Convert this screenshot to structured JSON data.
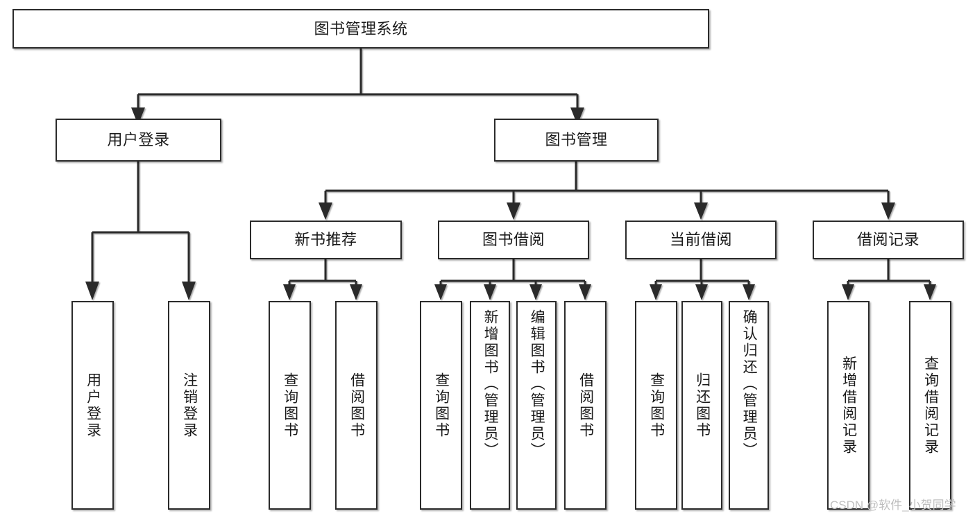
{
  "diagram": {
    "title": "图书管理系统",
    "watermark": "CSDN @软件_小贺同学",
    "line_color": "#2b2b2b",
    "box_fill": "#ffffff",
    "text_color": "#1a1a1a",
    "root": {
      "label": "图书管理系统"
    },
    "level2": [
      {
        "label": "用户登录"
      },
      {
        "label": "图书管理"
      }
    ],
    "level3": [
      {
        "label": "新书推荐"
      },
      {
        "label": "图书借阅"
      },
      {
        "label": "当前借阅"
      },
      {
        "label": "借阅记录"
      }
    ],
    "leaves": {
      "user_login": [
        {
          "label": "用户登录"
        },
        {
          "label": "注销登录"
        }
      ],
      "new_book_recommend": [
        {
          "label": "查询图书"
        },
        {
          "label": "借阅图书"
        }
      ],
      "book_borrow": [
        {
          "label": "查询图书"
        },
        {
          "label": "新增图书（管理员）"
        },
        {
          "label": "编辑图书（管理员）"
        },
        {
          "label": "借阅图书"
        }
      ],
      "current_borrow": [
        {
          "label": "查询图书"
        },
        {
          "label": "归还图书"
        },
        {
          "label": "确认归还（管理员）"
        }
      ],
      "borrow_record": [
        {
          "label": "新增借阅记录"
        },
        {
          "label": "查询借阅记录"
        }
      ]
    }
  }
}
